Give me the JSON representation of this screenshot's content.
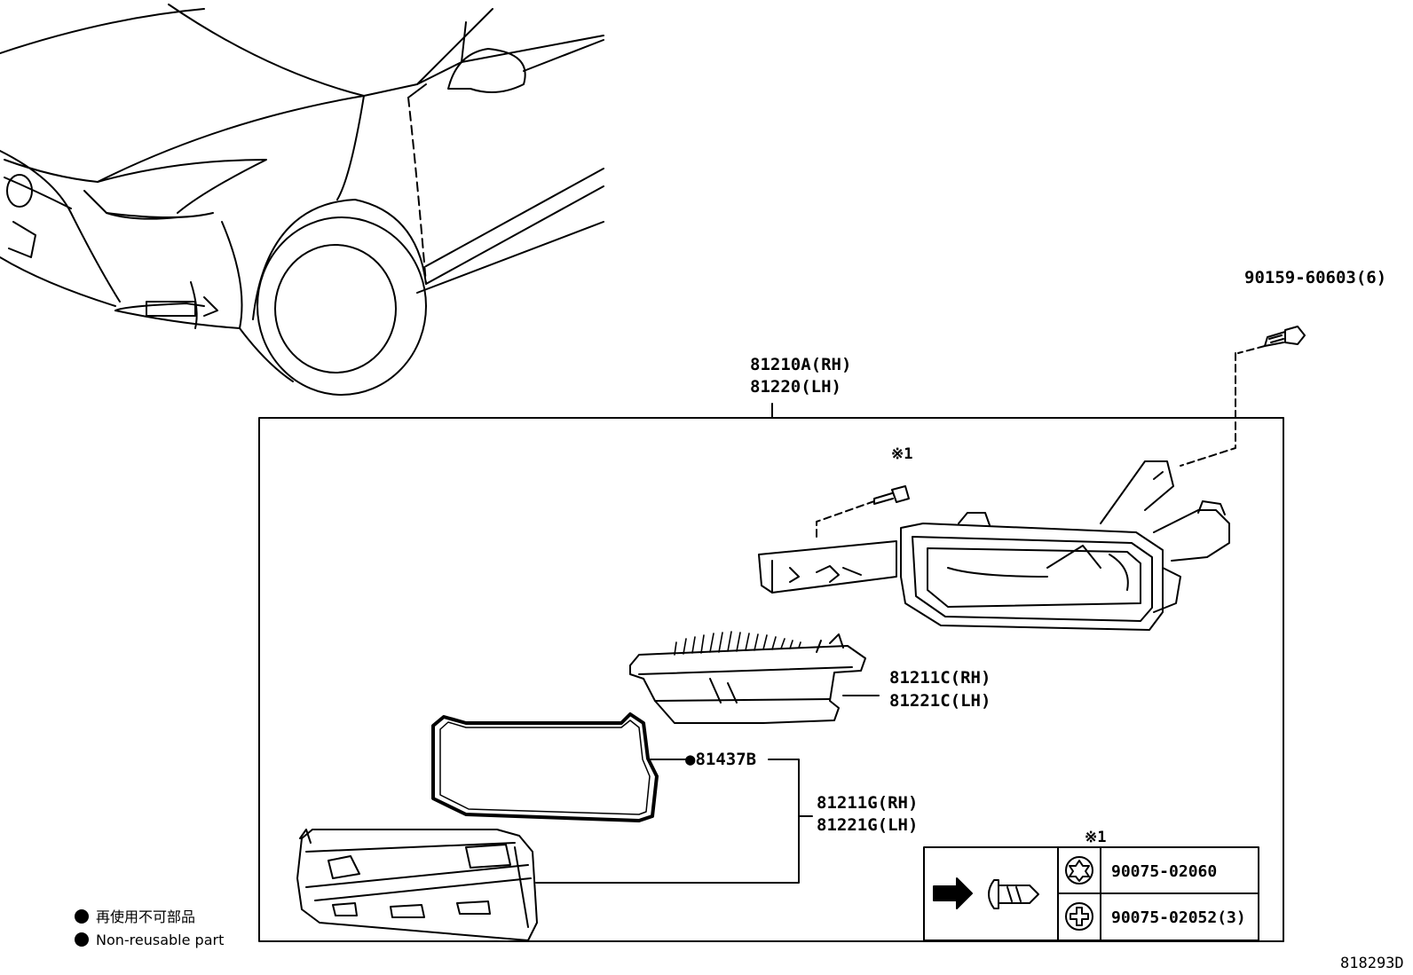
{
  "callouts": {
    "bracket_rh": "81210A(RH)",
    "bracket_lh": "81220(LH)",
    "bolt": "90159-60603(6)",
    "screw_note": "※1",
    "reflector_rh": "81211C(RH)",
    "reflector_lh": "81221C(LH)",
    "gasket": "●81437B",
    "lens_rh": "81211G(RH)",
    "lens_lh": "81221G(LH)"
  },
  "fastener_table": {
    "note": "※1",
    "rows": [
      {
        "icon": "torx-head-icon",
        "part": "90075-02060"
      },
      {
        "icon": "phillips-head-icon",
        "part": "90075-02052(3)"
      }
    ]
  },
  "legend": {
    "line1": "再使用不可部品",
    "line2": "Non-reusable part"
  },
  "diagram_id": "818293D"
}
